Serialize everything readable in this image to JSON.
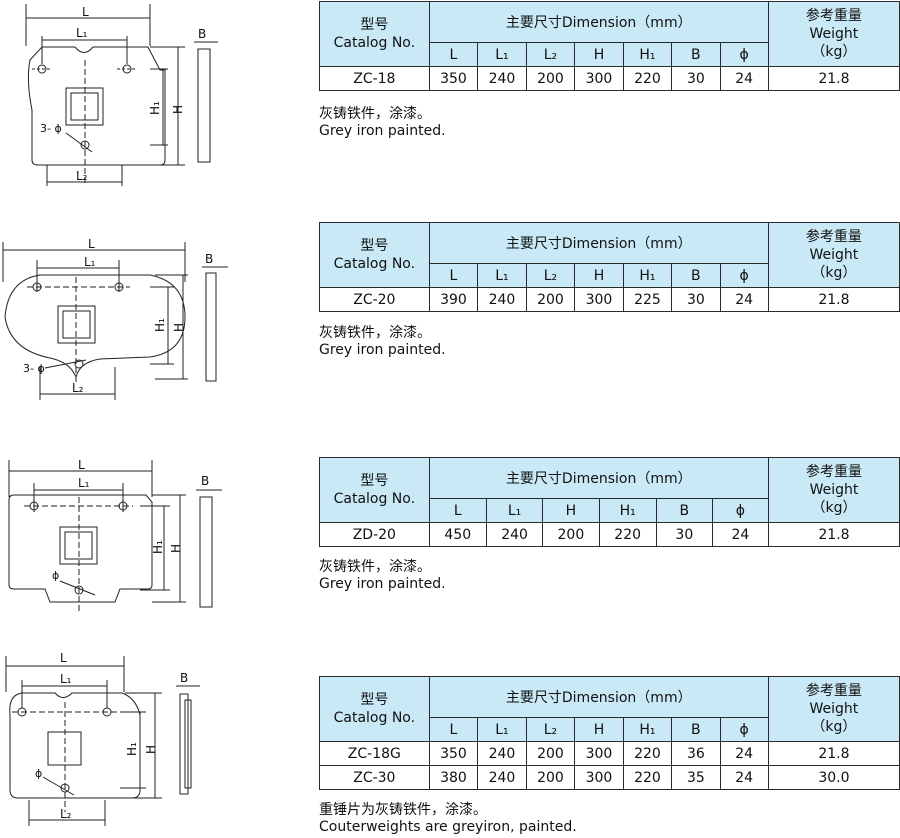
{
  "header_labels": {
    "model_cn": "型号",
    "model_en": "Catalog No.",
    "dimension": "主要尺寸Dimension（mm）",
    "weight_cn": "参考重量",
    "weight_en": "Weight",
    "weight_unit": "（kg）"
  },
  "products": [
    {
      "columns": [
        "L",
        "L₁",
        "L₂",
        "H",
        "H₁",
        "B",
        "ϕ"
      ],
      "rows": [
        {
          "model": "ZC-18",
          "values": [
            "350",
            "240",
            "200",
            "300",
            "220",
            "30",
            "24"
          ],
          "weight": "21.8"
        }
      ],
      "note_cn": "灰铸铁件，涂漆。",
      "note_en": "Grey iron painted.",
      "drawing_labels": {
        "L": "L",
        "L1": "L₁",
        "L2": "L₂",
        "H": "H",
        "H1": "H₁",
        "B": "B",
        "hole": "3- ϕ"
      }
    },
    {
      "columns": [
        "L",
        "L₁",
        "L₂",
        "H",
        "H₁",
        "B",
        "ϕ"
      ],
      "rows": [
        {
          "model": "ZC-20",
          "values": [
            "390",
            "240",
            "200",
            "300",
            "225",
            "30",
            "24"
          ],
          "weight": "21.8"
        }
      ],
      "note_cn": "灰铸铁件，涂漆。",
      "note_en": "Grey iron painted.",
      "drawing_labels": {
        "L": "L",
        "L1": "L₁",
        "L2": "L₂",
        "H": "H",
        "H1": "H₁",
        "B": "B",
        "hole": "3- ϕ"
      }
    },
    {
      "columns": [
        "L",
        "L₁",
        "H",
        "H₁",
        "B",
        "ϕ"
      ],
      "rows": [
        {
          "model": "ZD-20",
          "values": [
            "450",
            "240",
            "200",
            "220",
            "30",
            "24"
          ],
          "weight": "21.8"
        }
      ],
      "note_cn": "灰铸铁件，涂漆。",
      "note_en": "Grey iron painted.",
      "drawing_labels": {
        "L": "L",
        "L1": "L₁",
        "H": "H",
        "H1": "H₁",
        "B": "B",
        "hole": "ϕ"
      }
    },
    {
      "columns": [
        "L",
        "L₁",
        "L₂",
        "H",
        "H₁",
        "B",
        "ϕ"
      ],
      "rows": [
        {
          "model": "ZC-18G",
          "values": [
            "350",
            "240",
            "200",
            "300",
            "220",
            "36",
            "24"
          ],
          "weight": "21.8"
        },
        {
          "model": "ZC-30",
          "values": [
            "380",
            "240",
            "200",
            "300",
            "220",
            "35",
            "24"
          ],
          "weight": "30.0"
        }
      ],
      "note_cn": "重锤片为灰铸铁件，涂漆。",
      "note_en": "Couterweights are greyiron, painted.",
      "drawing_labels": {
        "L": "L",
        "L1": "L₁",
        "L2": "L₂",
        "H": "H",
        "H1": "H₁",
        "B": "B",
        "hole": "ϕ"
      }
    }
  ],
  "colors": {
    "header_bg": "#c9e9f6",
    "line": "#2a2a2a"
  }
}
